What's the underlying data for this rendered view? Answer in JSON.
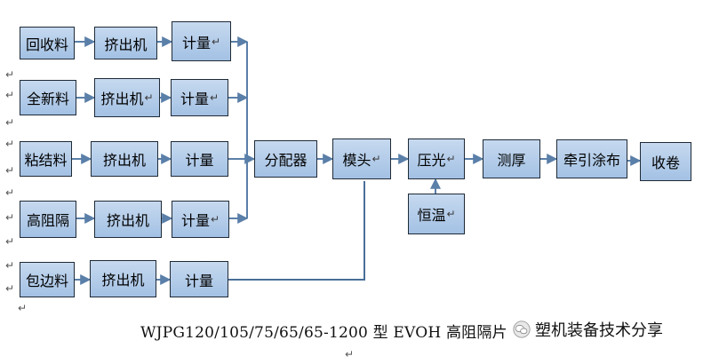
{
  "rows": [
    {
      "source": "回收料",
      "extruder": "挤出机",
      "meter": "计量"
    },
    {
      "source": "全新料",
      "extruder": "挤出机",
      "meter": "计量"
    },
    {
      "source": "粘结料",
      "extruder": "挤出机",
      "meter": "计量"
    },
    {
      "source": "高阻隔",
      "extruder": "挤出机",
      "meter": "计量"
    },
    {
      "source": "包边料",
      "extruder": "挤出机",
      "meter": "计量"
    }
  ],
  "main_line": {
    "distributor": "分配器",
    "die": "模头",
    "calender": "压光",
    "thermostat": "恒温",
    "thickness": "测厚",
    "haul_coat": "牵引涂布",
    "winder": "收卷"
  },
  "return_mark": "↵",
  "caption": "WJPG120/105/75/65/65-1200 型 EVOH 高阻隔片",
  "watermark": "塑机装备技术分享",
  "colors": {
    "box_fill": "#b3cde9",
    "box_border": "#1f2a36",
    "arrow": "#5a7fa8",
    "line": "#4a6f99"
  }
}
